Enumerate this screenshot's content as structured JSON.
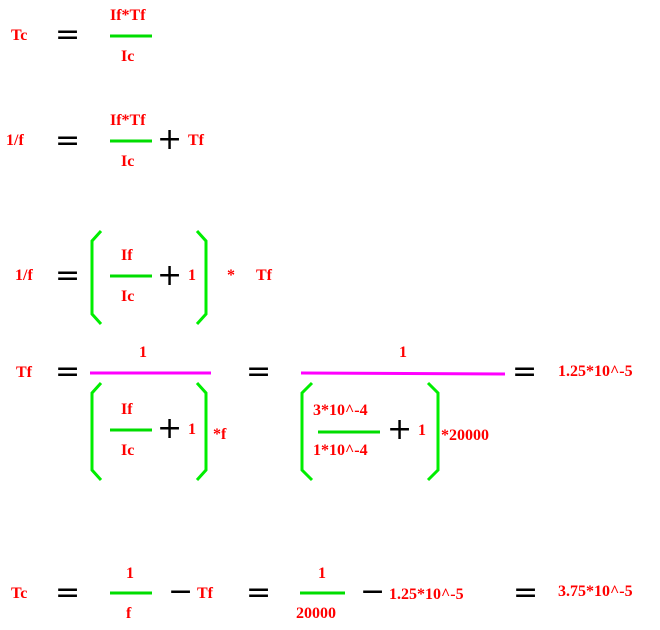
{
  "colors": {
    "text": "#ff0000",
    "operator": "#000000",
    "fraction_bar": "#00dd00",
    "magenta_bar": "#ff00ff",
    "bracket": "#00ee00"
  },
  "eq1": {
    "lhs": "Tc",
    "num": "If*Tf",
    "den": "Ic"
  },
  "eq2": {
    "lhs": "1/f",
    "num": "If*Tf",
    "den": "Ic",
    "plus_term": "Tf"
  },
  "eq3": {
    "lhs": "1/f",
    "num": "If",
    "den": "Ic",
    "plus_term": "1",
    "star": "*",
    "tail": "Tf"
  },
  "eq4": {
    "lhs": "Tf",
    "frac1_num": "1",
    "frac1_inner_num": "If",
    "frac1_inner_den": "Ic",
    "frac1_plus": "1",
    "frac1_tail": "*f",
    "frac2_num": "1",
    "frac2_inner_num": "3*10^-4",
    "frac2_inner_den": "1*10^-4",
    "frac2_plus": "1",
    "frac2_tail": "*20000",
    "result": "1.25*10^-5"
  },
  "eq5": {
    "lhs": "Tc",
    "frac1_num": "1",
    "frac1_den": "f",
    "minus1_term": "Tf",
    "frac2_num": "1",
    "frac2_den": "20000",
    "minus2_term": "1.25*10^-5",
    "result": "3.75*10^-5"
  }
}
